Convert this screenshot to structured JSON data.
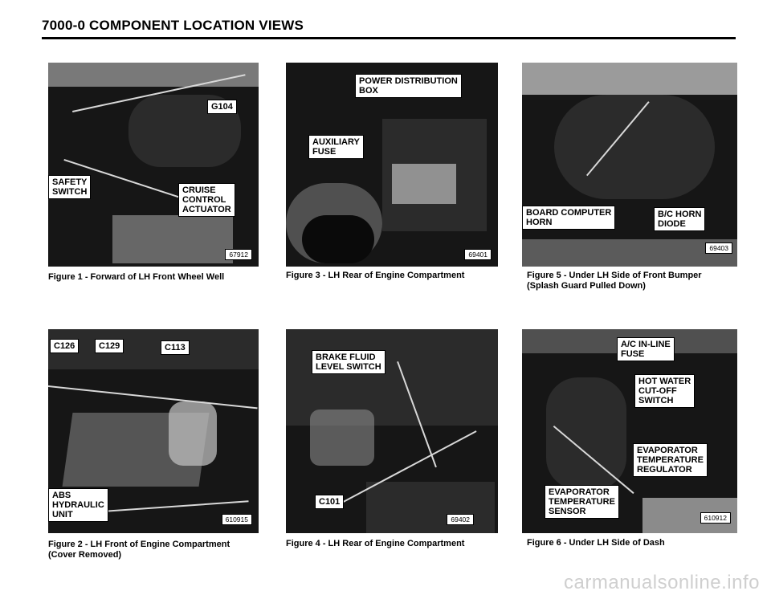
{
  "header": {
    "title": "7000-0   COMPONENT LOCATION VIEWS"
  },
  "figures": [
    {
      "caption": "Figure 1 - Forward of LH Front Wheel Well",
      "photo_id": "67912",
      "callouts": [
        "G104",
        "SAFETY\nSWITCH",
        "CRUISE\nCONTROL\nACTUATOR"
      ]
    },
    {
      "caption": "Figure 2 - LH Front of Engine Compartment\n(Cover Removed)",
      "photo_id": "610915",
      "callouts": [
        "C126",
        "C129",
        "C113",
        "ABS\nHYDRAULIC\nUNIT"
      ]
    },
    {
      "caption": "Figure 3 - LH Rear of Engine Compartment",
      "photo_id": "69401",
      "callouts": [
        "POWER DISTRIBUTION\nBOX",
        "AUXILIARY\nFUSE"
      ]
    },
    {
      "caption": "Figure 4 - LH Rear of Engine Compartment",
      "photo_id": "69402",
      "callouts": [
        "BRAKE FLUID\nLEVEL SWITCH",
        "C101"
      ]
    },
    {
      "caption": "Figure 5 - Under LH Side of Front Bumper\n(Splash Guard Pulled Down)",
      "photo_id": "69403",
      "callouts": [
        "BOARD COMPUTER\nHORN",
        "B/C HORN\nDIODE"
      ]
    },
    {
      "caption": "Figure 6 - Under LH Side of Dash",
      "photo_id": "610912",
      "callouts": [
        "A/C IN-LINE\nFUSE",
        "HOT WATER\nCUT-OFF\nSWITCH",
        "EVAPORATOR\nTEMPERATURE\nREGULATOR",
        "EVAPORATOR\nTEMPERATURE\nSENSOR"
      ]
    }
  ],
  "watermark": "carmanualsonline.info"
}
